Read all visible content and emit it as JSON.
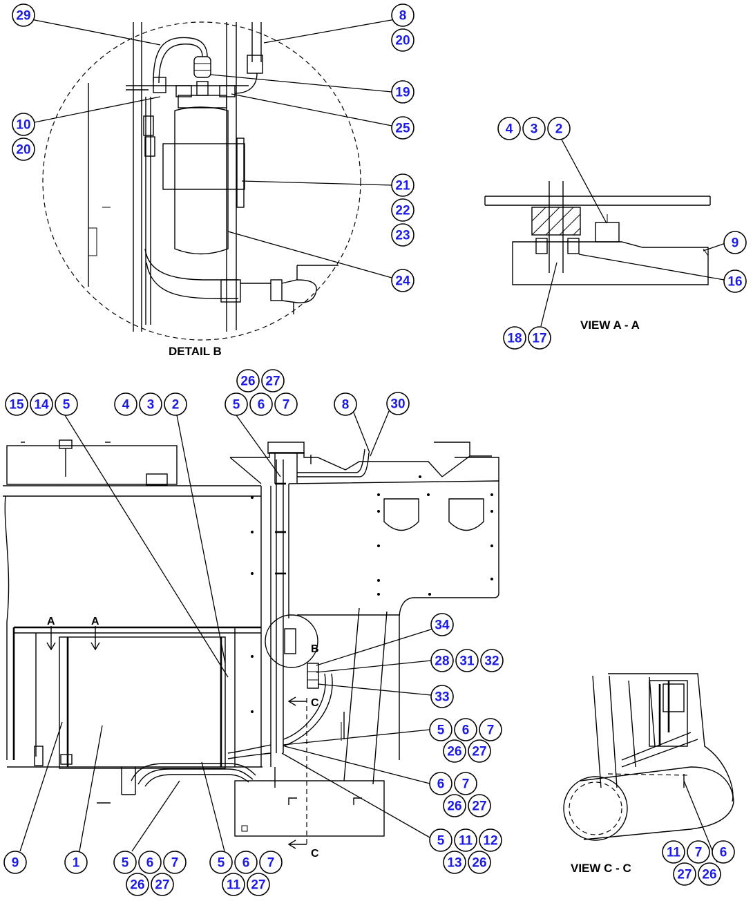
{
  "captions": {
    "detail_b": "DETAIL B",
    "view_a": "VIEW A - A",
    "view_c": "VIEW C - C"
  },
  "section_marks": {
    "a": "A",
    "b": "B",
    "c": "C"
  },
  "bubble_groups": [
    {
      "id": "g29",
      "labels": [
        "29"
      ]
    },
    {
      "id": "g8-20",
      "labels": [
        "8",
        "20"
      ]
    },
    {
      "id": "g19",
      "labels": [
        "19"
      ]
    },
    {
      "id": "g10-20",
      "labels": [
        "10",
        "20"
      ]
    },
    {
      "id": "g25",
      "labels": [
        "25"
      ]
    },
    {
      "id": "g21-23",
      "labels": [
        "21",
        "22",
        "23"
      ]
    },
    {
      "id": "g24",
      "labels": [
        "24"
      ]
    },
    {
      "id": "g4-3-2-view",
      "labels": [
        "4",
        "3",
        "2"
      ]
    },
    {
      "id": "g9-view",
      "labels": [
        "9"
      ]
    },
    {
      "id": "g16",
      "labels": [
        "16"
      ]
    },
    {
      "id": "g18-17",
      "labels": [
        "18",
        "17"
      ]
    },
    {
      "id": "g15-14-5",
      "labels": [
        "15",
        "14",
        "5"
      ]
    },
    {
      "id": "g4-3-2-main",
      "labels": [
        "4",
        "3",
        "2"
      ]
    },
    {
      "id": "g26-27-top",
      "labels": [
        "26",
        "27"
      ]
    },
    {
      "id": "g5-6-7-top",
      "labels": [
        "5",
        "6",
        "7"
      ]
    },
    {
      "id": "g8-main",
      "labels": [
        "8"
      ]
    },
    {
      "id": "g30",
      "labels": [
        "30"
      ]
    },
    {
      "id": "g34",
      "labels": [
        "34"
      ]
    },
    {
      "id": "g28-31-32",
      "labels": [
        "28",
        "31",
        "32"
      ]
    },
    {
      "id": "g33",
      "labels": [
        "33"
      ]
    },
    {
      "id": "g5-6-7-r1",
      "labels": [
        "5",
        "6",
        "7"
      ]
    },
    {
      "id": "g26-27-r1",
      "labels": [
        "26",
        "27"
      ]
    },
    {
      "id": "g6-7-r2",
      "labels": [
        "6",
        "7"
      ]
    },
    {
      "id": "g26-27-r2",
      "labels": [
        "26",
        "27"
      ]
    },
    {
      "id": "g5-11-12",
      "labels": [
        "5",
        "11",
        "12"
      ]
    },
    {
      "id": "g13-26",
      "labels": [
        "13",
        "26"
      ]
    },
    {
      "id": "g9-main",
      "labels": [
        "9"
      ]
    },
    {
      "id": "g1",
      "labels": [
        "1"
      ]
    },
    {
      "id": "g5-6-7-b1",
      "labels": [
        "5",
        "6",
        "7"
      ]
    },
    {
      "id": "g26-27-b1",
      "labels": [
        "26",
        "27"
      ]
    },
    {
      "id": "g5-6-7-b2",
      "labels": [
        "5",
        "6",
        "7"
      ]
    },
    {
      "id": "g11-27-b2",
      "labels": [
        "11",
        "27"
      ]
    },
    {
      "id": "g11-7-6-vc",
      "labels": [
        "11",
        "7",
        "6"
      ]
    },
    {
      "id": "g27-26-vc",
      "labels": [
        "27",
        "26"
      ]
    }
  ]
}
